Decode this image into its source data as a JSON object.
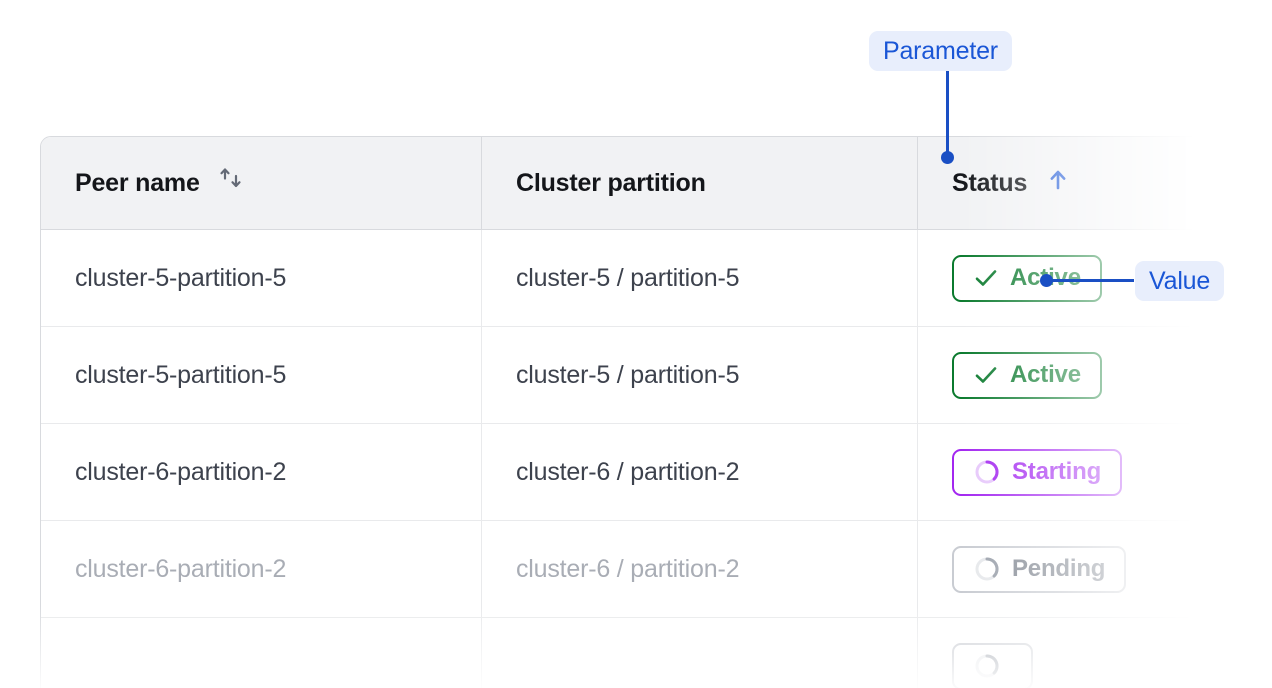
{
  "annotations": {
    "parameter_label": "Parameter",
    "value_label": "Value",
    "accent_color": "#1a4fc4",
    "pill_background": "#e8eefc"
  },
  "table": {
    "columns": [
      {
        "id": "peer-name",
        "label": "Peer name",
        "sort_icon": "sort-updown-icon",
        "sorted": false
      },
      {
        "id": "cluster-partition",
        "label": "Cluster partition",
        "sort_icon": null,
        "sorted": false
      },
      {
        "id": "status",
        "label": "Status",
        "sort_icon": "sort-up-icon",
        "sorted": true,
        "sort_direction": "asc"
      }
    ],
    "header_background": "#f1f2f4",
    "border_color": "#d8dade",
    "rows": [
      {
        "peer_name": "cluster-5-partition-5",
        "cluster_partition": "cluster-5 / partition-5",
        "status": {
          "label": "Active",
          "variant": "active",
          "icon": "check-icon",
          "color": "#0b7a2e"
        },
        "dimmed": false
      },
      {
        "peer_name": "cluster-5-partition-5",
        "cluster_partition": "cluster-5 / partition-5",
        "status": {
          "label": "Active",
          "variant": "active",
          "icon": "check-icon",
          "color": "#0b7a2e"
        },
        "dimmed": false
      },
      {
        "peer_name": "cluster-6-partition-2",
        "cluster_partition": "cluster-6 / partition-2",
        "status": {
          "label": "Starting",
          "variant": "starting",
          "icon": "spinner-icon",
          "color": "#a327f0"
        },
        "dimmed": false
      },
      {
        "peer_name": "cluster-6-partition-2",
        "cluster_partition": "cluster-6 / partition-2",
        "status": {
          "label": "Pending",
          "variant": "pending",
          "icon": "spinner-icon",
          "color": "#848a94"
        },
        "dimmed": true
      },
      {
        "peer_name": "",
        "cluster_partition": "",
        "status": {
          "label": "",
          "variant": "pending",
          "icon": "spinner-icon",
          "color": "#848a94"
        },
        "dimmed": true
      }
    ]
  }
}
